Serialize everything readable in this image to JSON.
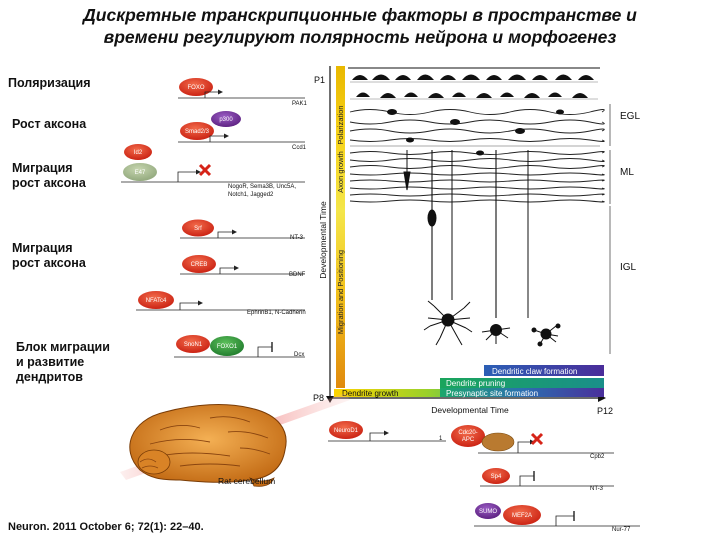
{
  "title_line1": "Дискретные транскрипционные факторы в пространстве и",
  "title_line2": "времени регулируют  полярность нейрона и морфогенез",
  "side_labels": {
    "polarization": "Поляризация",
    "axon_growth": "Рост аксона",
    "migration_axon_1": "Миграция\nрост аксона",
    "migration_axon_2": "Миграция\nрост аксона",
    "block_migration": "Блок миграции\nи развитие\nдендритов"
  },
  "factors": {
    "foxo": "FOXO",
    "pak1": "PAK1",
    "p300": "p300",
    "smad": "Smad2/3",
    "ccd1": "Ccd1",
    "id2": "Id2",
    "e47": "E47",
    "nogo": "NogoR, Sema3B, Unc5A,",
    "nogo2": "Notch1, Jagged2",
    "srf": "Srf",
    "nt3": "NT-3",
    "creb": "CREB",
    "bdnf": "BDNF",
    "nfatc4": "NFATc4",
    "ephrin": "EphrinB1, N-Cadherin",
    "sno": "SnoN1",
    "foxo1": "FOXO1",
    "dcx": "Dcx",
    "neurod1": "NeuroD1",
    "cdc20": "Cdc20-",
    "apc": "APC",
    "cpb2": "Cpb2",
    "sp4": "Sp4",
    "nt3b": "NT-3",
    "sumo": "SUMO",
    "mef2a": "MEF2A",
    "nur77": "Nur-77",
    "one": "1"
  },
  "axis": {
    "p1": "P1",
    "p8": "P8",
    "p12": "P12",
    "vertical": "Developmental Time",
    "horizontal": "Developmental Time"
  },
  "stages": {
    "polarization": "Polarization",
    "axon_growth": "Axon growth",
    "migration": "Migration and Positioning"
  },
  "layers": {
    "egl": "EGL",
    "ml": "ML",
    "igl": "IGL"
  },
  "bars": {
    "claw": "Dendritic claw formation",
    "pruning": "Dendrite pruning",
    "synapse": "Presynaptic site formation",
    "growth": "Dendrite growth"
  },
  "brain_label": "Rat cerebellum",
  "footer": "Neuron. 2011 October 6; 72(1): 22–40.",
  "colors": {
    "tf_red": "#e8331c",
    "tf_purple": "#6a2c8e",
    "tf_green": "#2e8b3a"
  }
}
